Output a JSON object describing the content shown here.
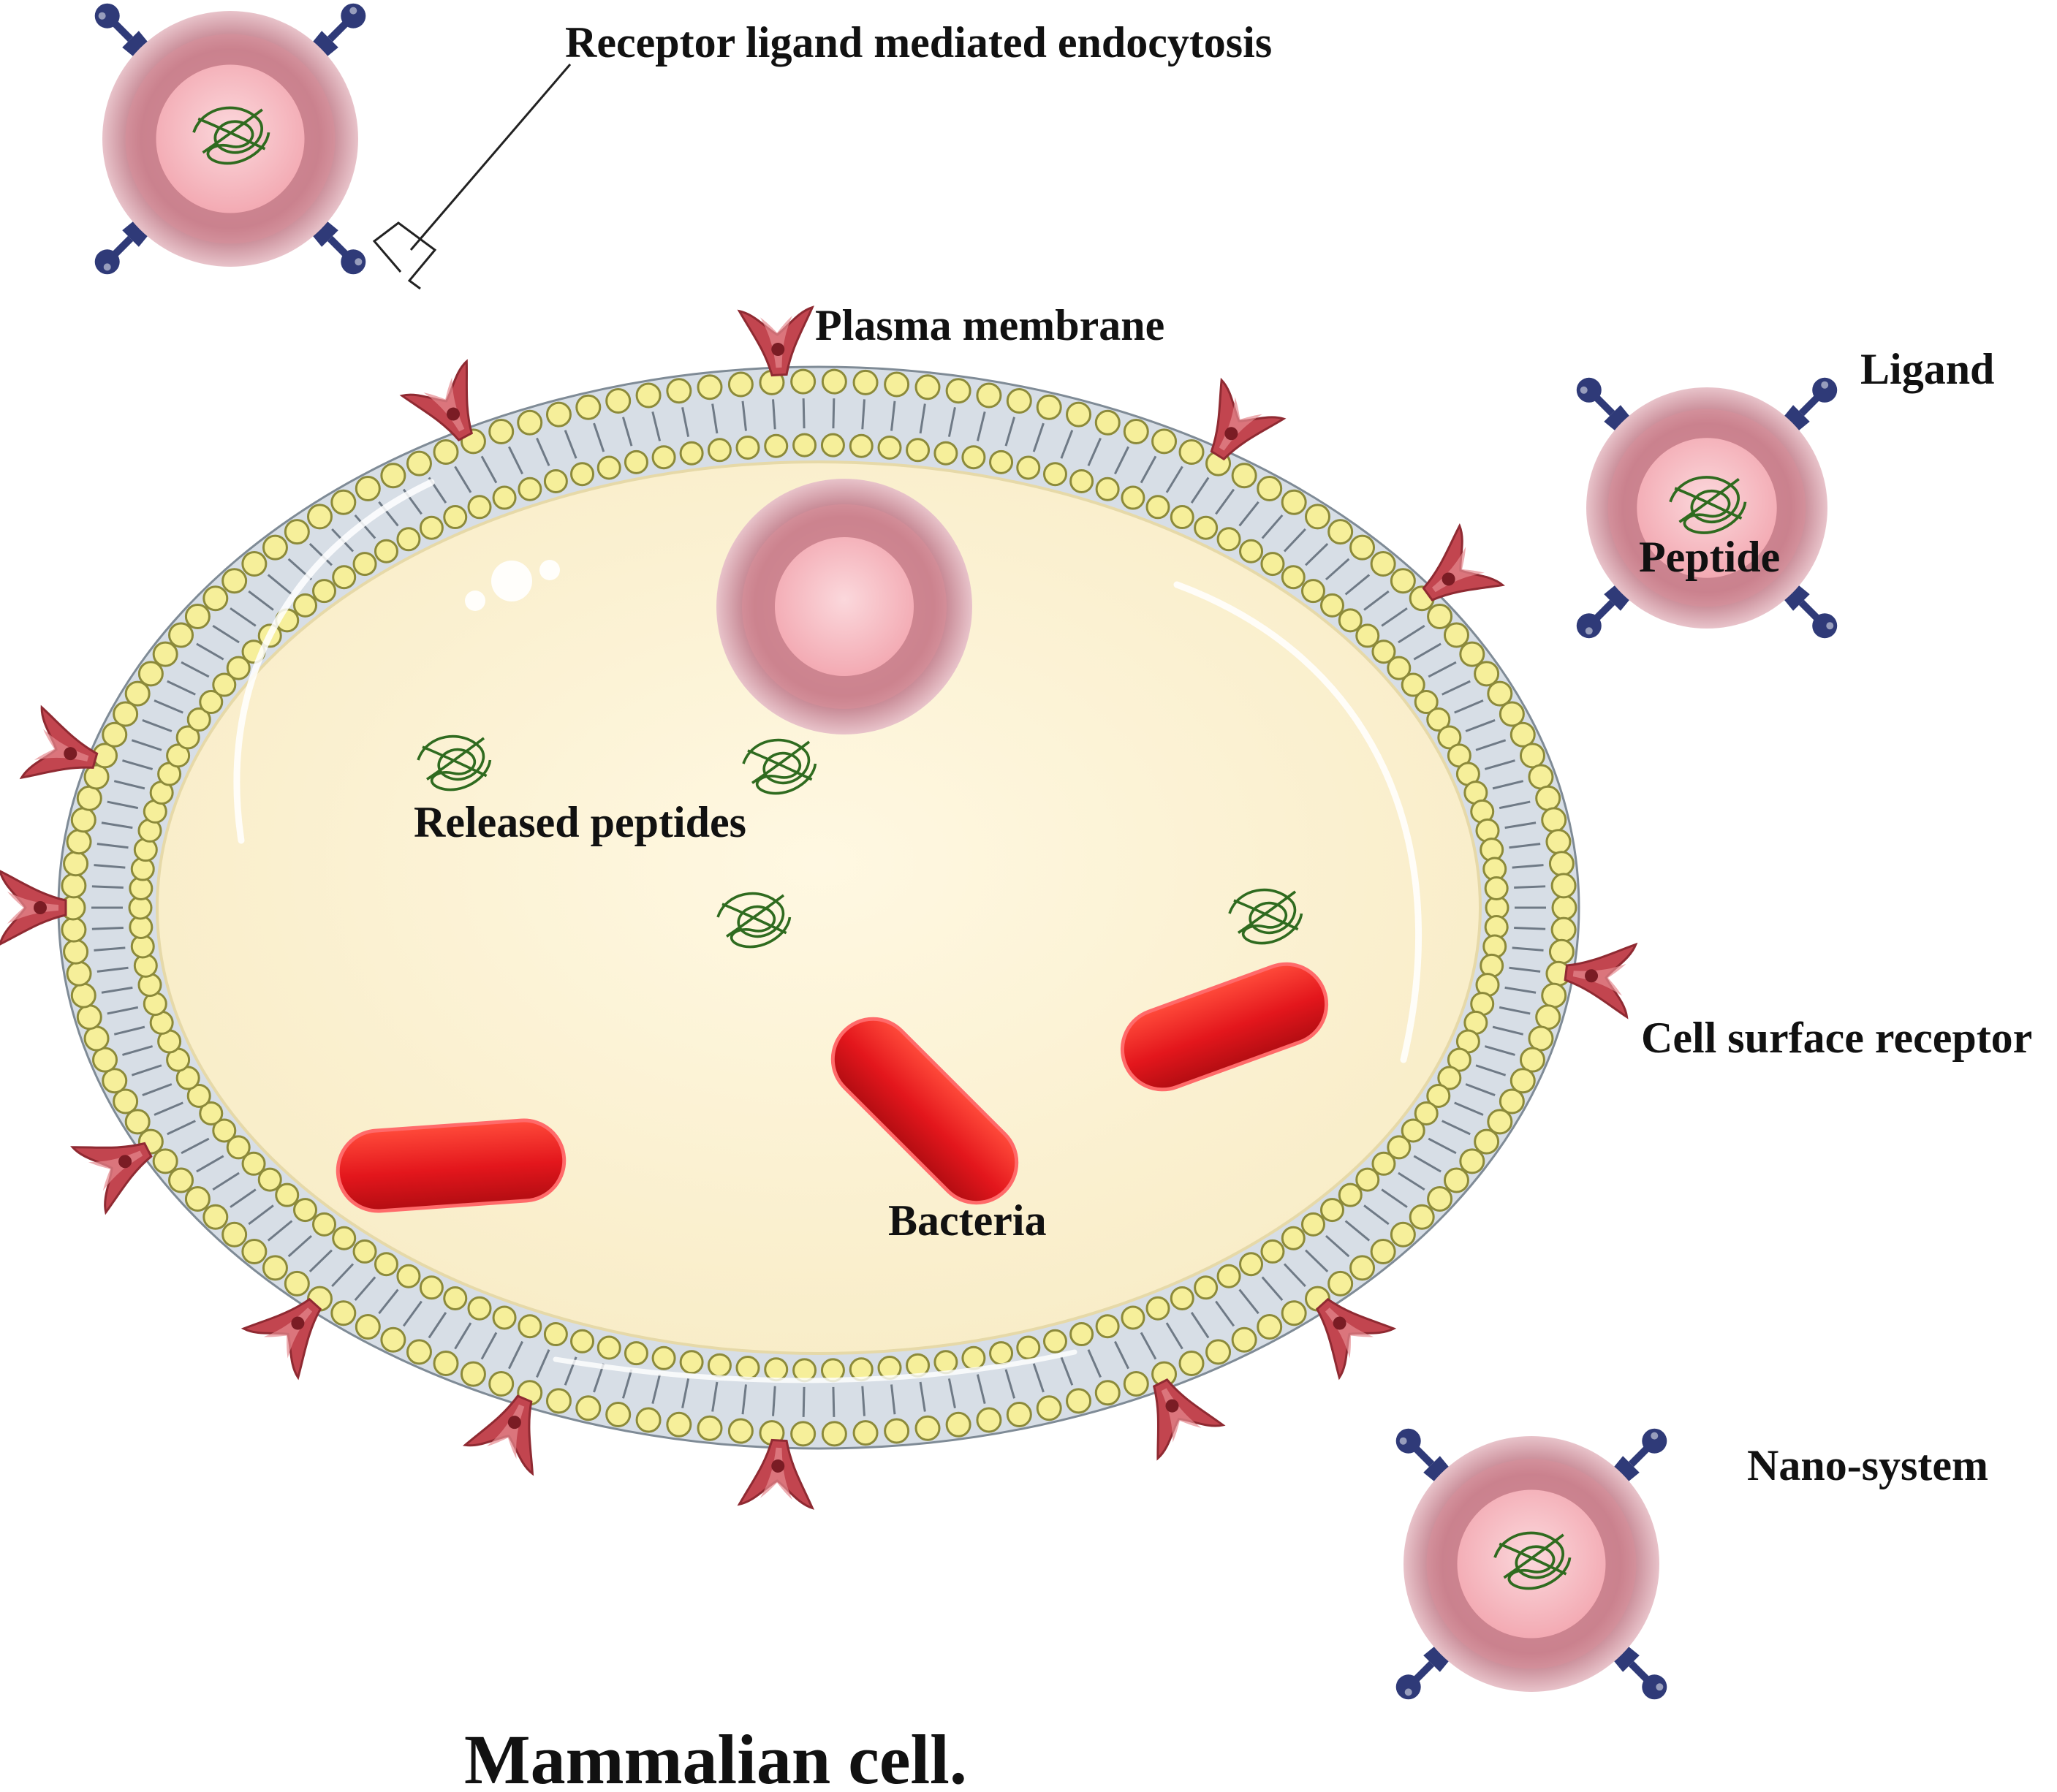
{
  "labels": {
    "endocytosis": "Receptor ligand mediated endocytosis",
    "plasma_membrane": "Plasma membrane",
    "ligand": "Ligand",
    "peptide": "Peptide",
    "released_peptides": "Released peptides",
    "cell_surface_receptor": "Cell surface receptor",
    "bacteria": "Bacteria",
    "nano_system": "Nano-system",
    "caption": "Mammalian cell."
  },
  "colors": {
    "cytoplasm": "#fdf3d6",
    "lipid_head": "#f6ef9a",
    "lipid_head_stroke": "#8c8a3a",
    "membrane_band": "#d7dee6",
    "receptor": "#c2454f",
    "receptor_core": "#7a1c24",
    "bacteria": "#e0161c",
    "nano_outer": "#b9707e",
    "nano_inner": "#f7c3c8",
    "ligand": "#2f3a78",
    "peptide": "#2f6b1f"
  }
}
